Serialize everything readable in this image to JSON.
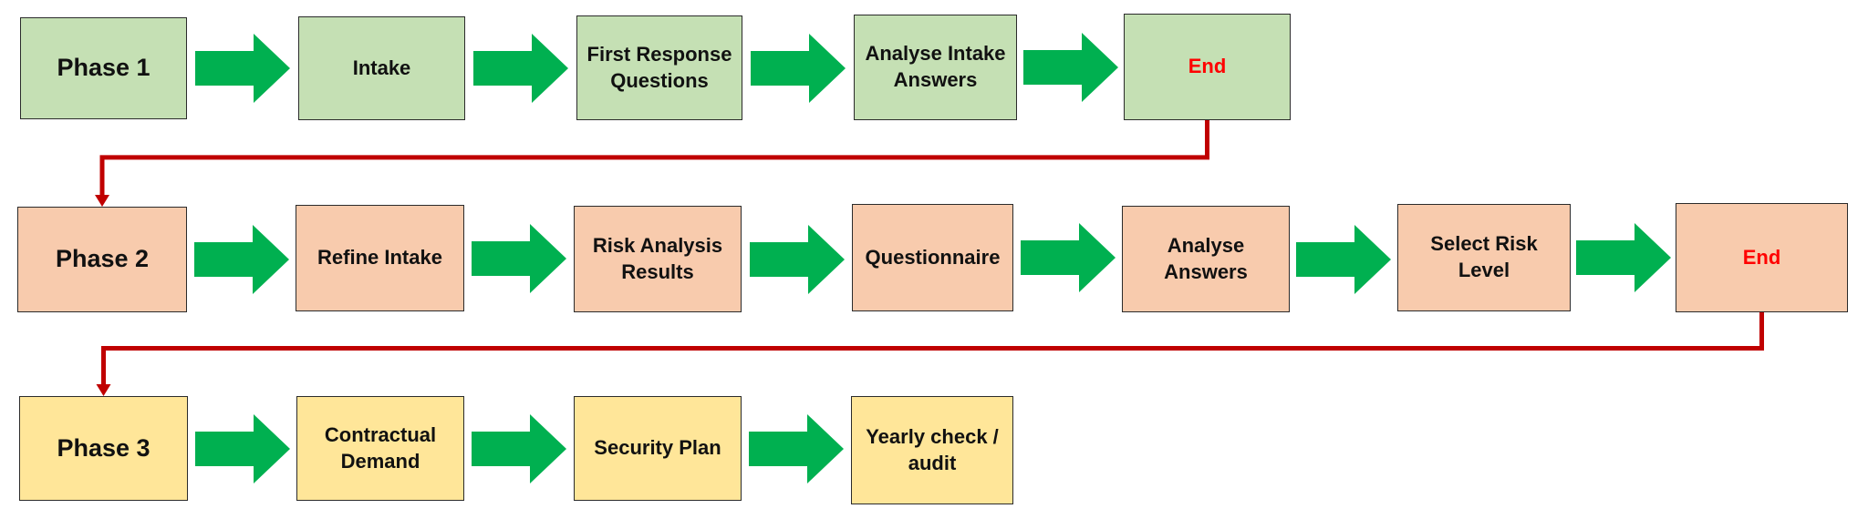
{
  "colors": {
    "phase1_fill": "#c5e0b4",
    "phase2_fill": "#f8cbad",
    "phase3_fill": "#ffe699",
    "flow_arrow": "#00b050",
    "end_text": "#ff0000",
    "connector": "#c00000",
    "border": "#2b2b2b"
  },
  "phases": [
    {
      "label": "Phase 1",
      "steps": [
        "Intake",
        "First Response Questions",
        "Analyse Intake Answers",
        "End"
      ]
    },
    {
      "label": "Phase 2",
      "steps": [
        "Refine Intake",
        "Risk Analysis Results",
        "Questionnaire",
        "Analyse Answers",
        "Select Risk Level",
        "End"
      ]
    },
    {
      "label": "Phase 3",
      "steps": [
        "Contractual Demand",
        "Security Plan",
        "Yearly check / audit"
      ]
    }
  ]
}
